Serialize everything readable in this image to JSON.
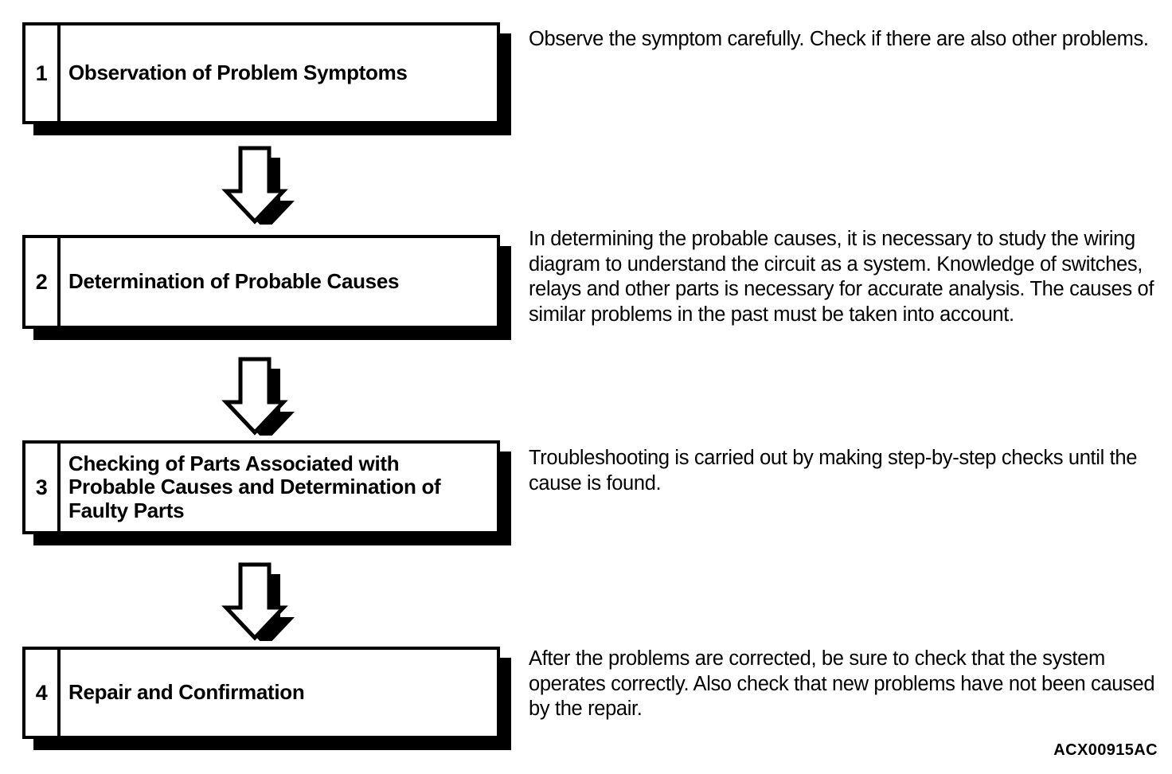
{
  "figure": {
    "reference_code": "ACX00915AC",
    "accent_color": "#000000",
    "background_color": "#ffffff"
  },
  "steps": [
    {
      "number": "1",
      "title": "Observation of Problem Symptoms",
      "description": "Observe the symptom carefully. Check if there are also other problems."
    },
    {
      "number": "2",
      "title": "Determination of Probable Causes",
      "description": "In determining the probable causes, it is necessary to study the wiring diagram to understand the circuit as a system. Knowledge of switches, relays and other parts is necessary for accurate analysis. The causes of similar problems in the past must be taken into account."
    },
    {
      "number": "3",
      "title": "Checking of Parts Associated with Probable Causes and Determination of Faulty Parts",
      "description": "Troubleshooting is carried out by making step-by-step checks until the cause is found."
    },
    {
      "number": "4",
      "title": "Repair and Confirmation",
      "description": "After the problems are corrected, be sure to check that the system operates correctly. Also check that new problems have not been caused by the repair."
    }
  ],
  "connectors": [
    {
      "icon": "down-arrow-icon",
      "from_step": "1",
      "to_step": "2"
    },
    {
      "icon": "down-arrow-icon",
      "from_step": "2",
      "to_step": "3"
    },
    {
      "icon": "down-arrow-icon",
      "from_step": "3",
      "to_step": "4"
    }
  ]
}
